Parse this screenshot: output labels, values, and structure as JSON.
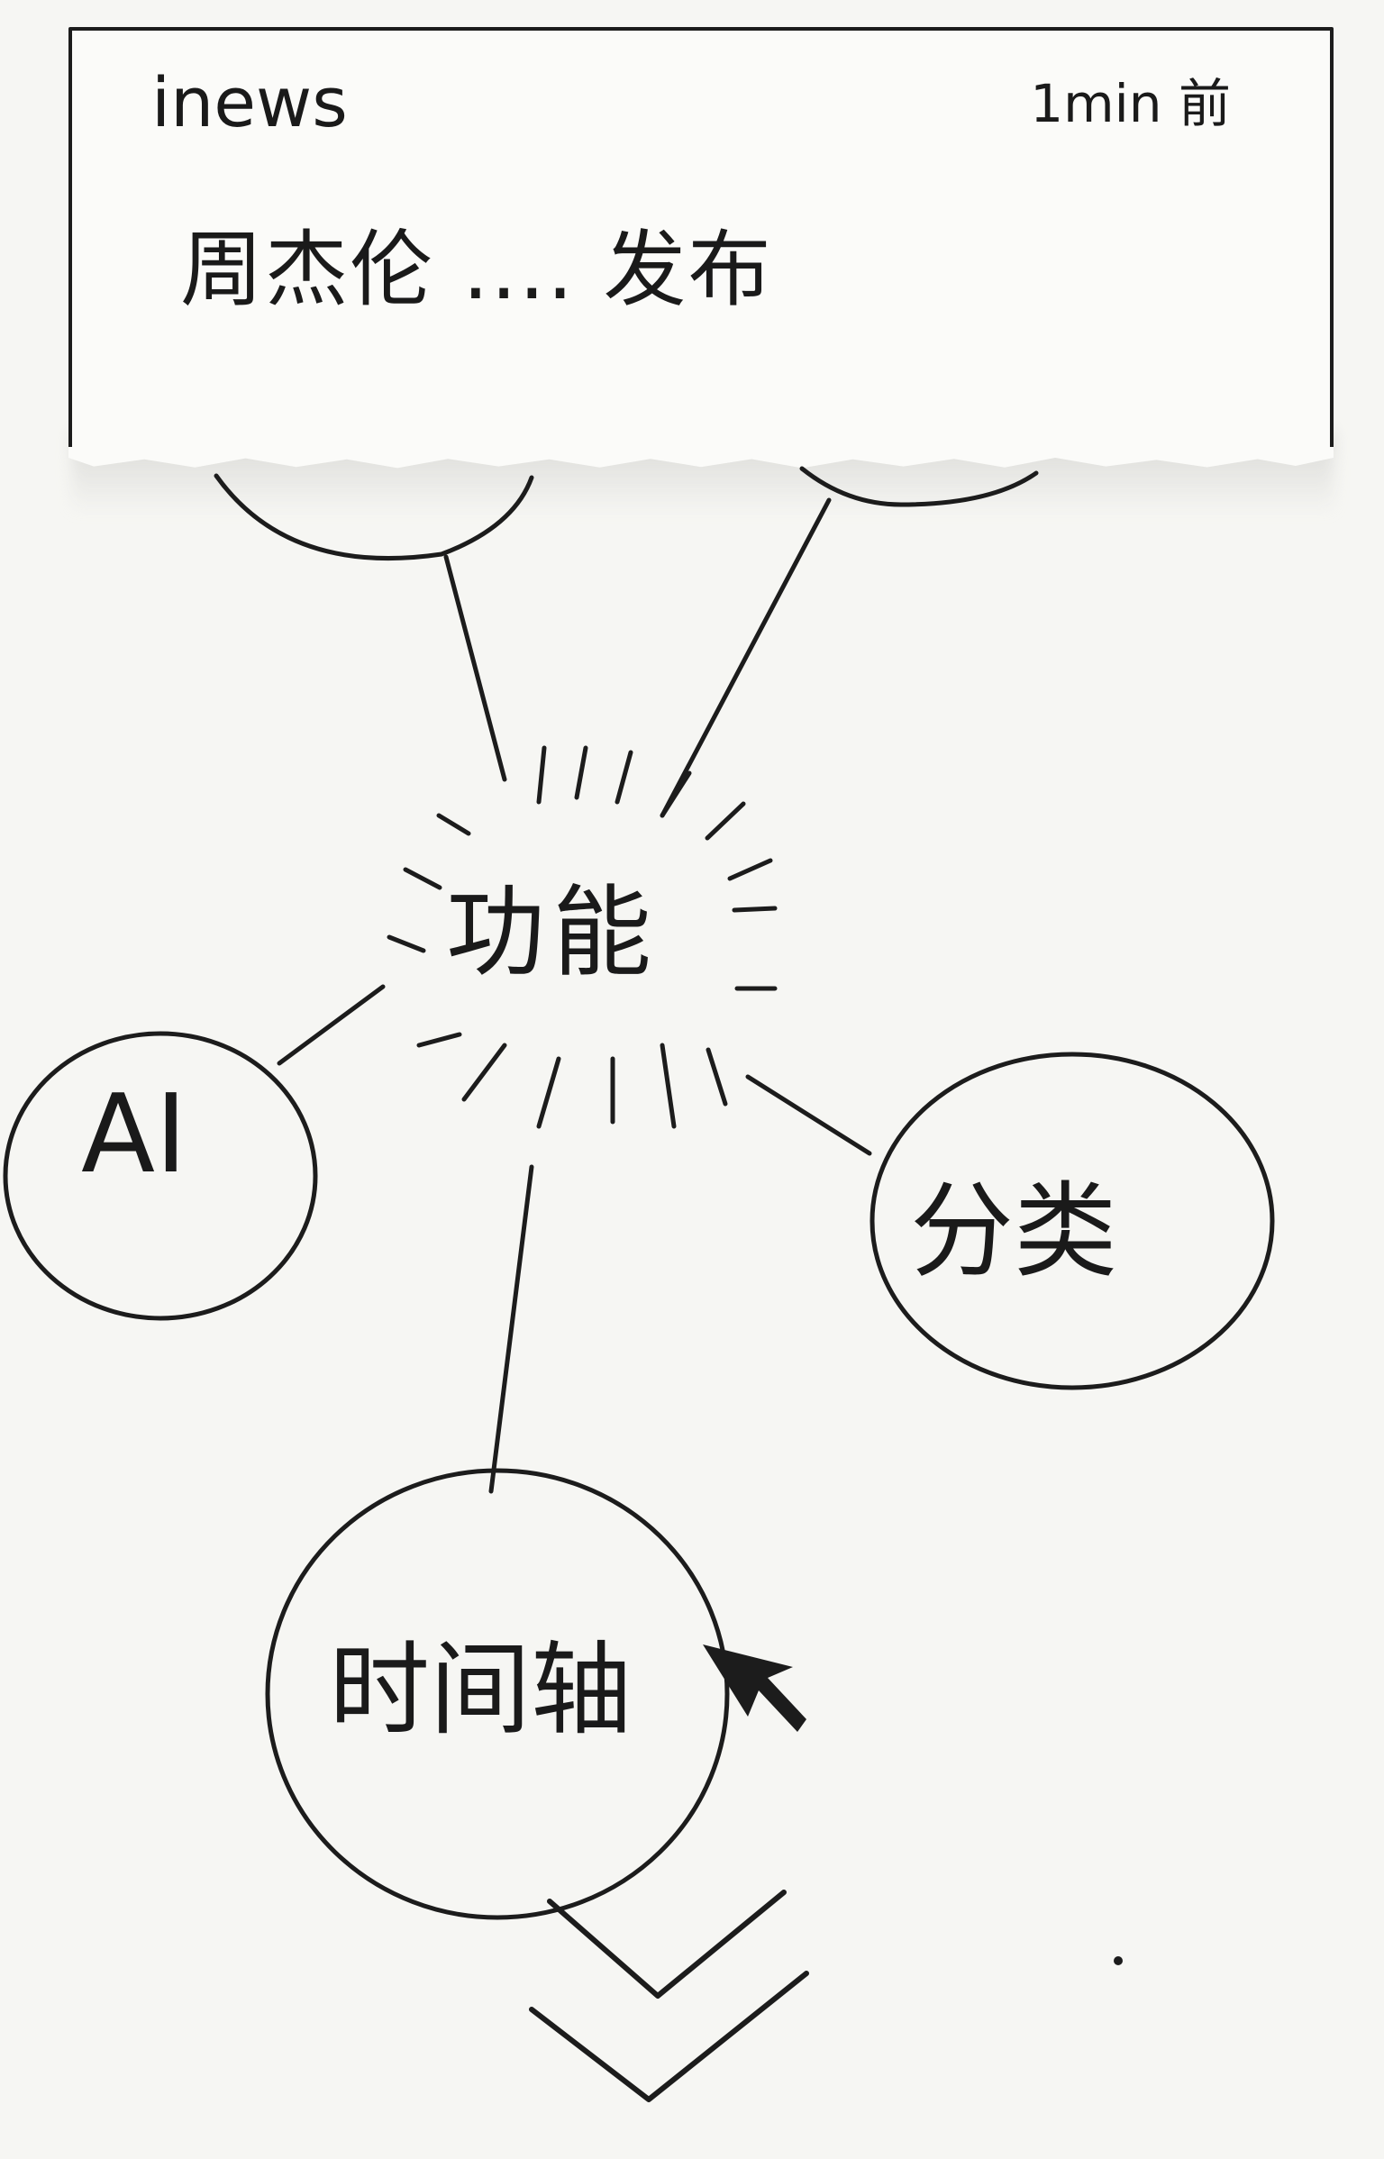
{
  "notification": {
    "app_name": "inews",
    "time": "1min 前",
    "headline": "周杰伦 .... 发布"
  },
  "diagram": {
    "center": "功能",
    "nodes": {
      "ai": "AI",
      "category": "分类",
      "timeline": "时间轴"
    }
  },
  "icons": {
    "cursor": "cursor-arrow-icon",
    "scroll_down": "double-chevron-down-icon"
  },
  "colors": {
    "ink": "#1c1c1c",
    "paper": "#f6f6f3"
  }
}
